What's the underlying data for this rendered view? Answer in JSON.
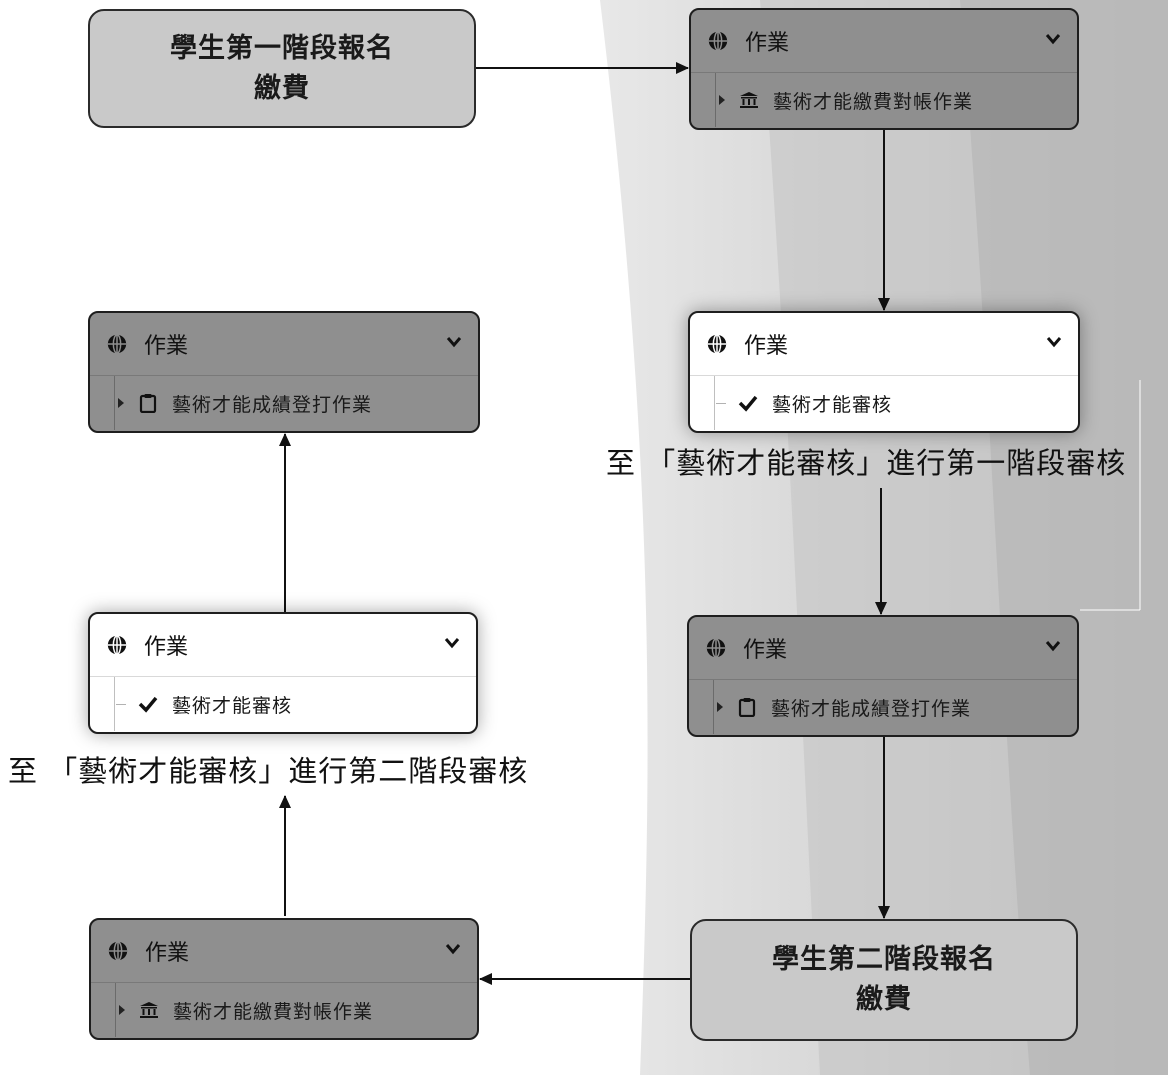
{
  "diagram": {
    "start_node": {
      "line1": "學生第一階段報名",
      "line2": "繳費"
    },
    "second_node": {
      "line1": "學生第二階段報名",
      "line2": "繳費"
    },
    "panel_title": "作業",
    "panels": {
      "p1": {
        "item": "藝術才能繳費對帳作業",
        "icon": "bank-icon"
      },
      "p2": {
        "item": "藝術才能審核",
        "icon": "check-icon"
      },
      "p3": {
        "item": "藝術才能成績登打作業",
        "icon": "clipboard-icon"
      },
      "p4": {
        "item": "藝術才能繳費對帳作業",
        "icon": "bank-icon"
      },
      "p5": {
        "item": "藝術才能審核",
        "icon": "check-icon"
      },
      "p6": {
        "item": "藝術才能成績登打作業",
        "icon": "clipboard-icon"
      }
    },
    "caption_first": "至 「藝術才能審核」進行第一階段審核",
    "caption_second": "至 「藝術才能審核」進行第二階段審核"
  },
  "colors": {
    "node_fill": "#c9c9c9",
    "panel_dark": "#8f8f8f",
    "panel_light": "#ffffff",
    "arrow": "#111111"
  }
}
